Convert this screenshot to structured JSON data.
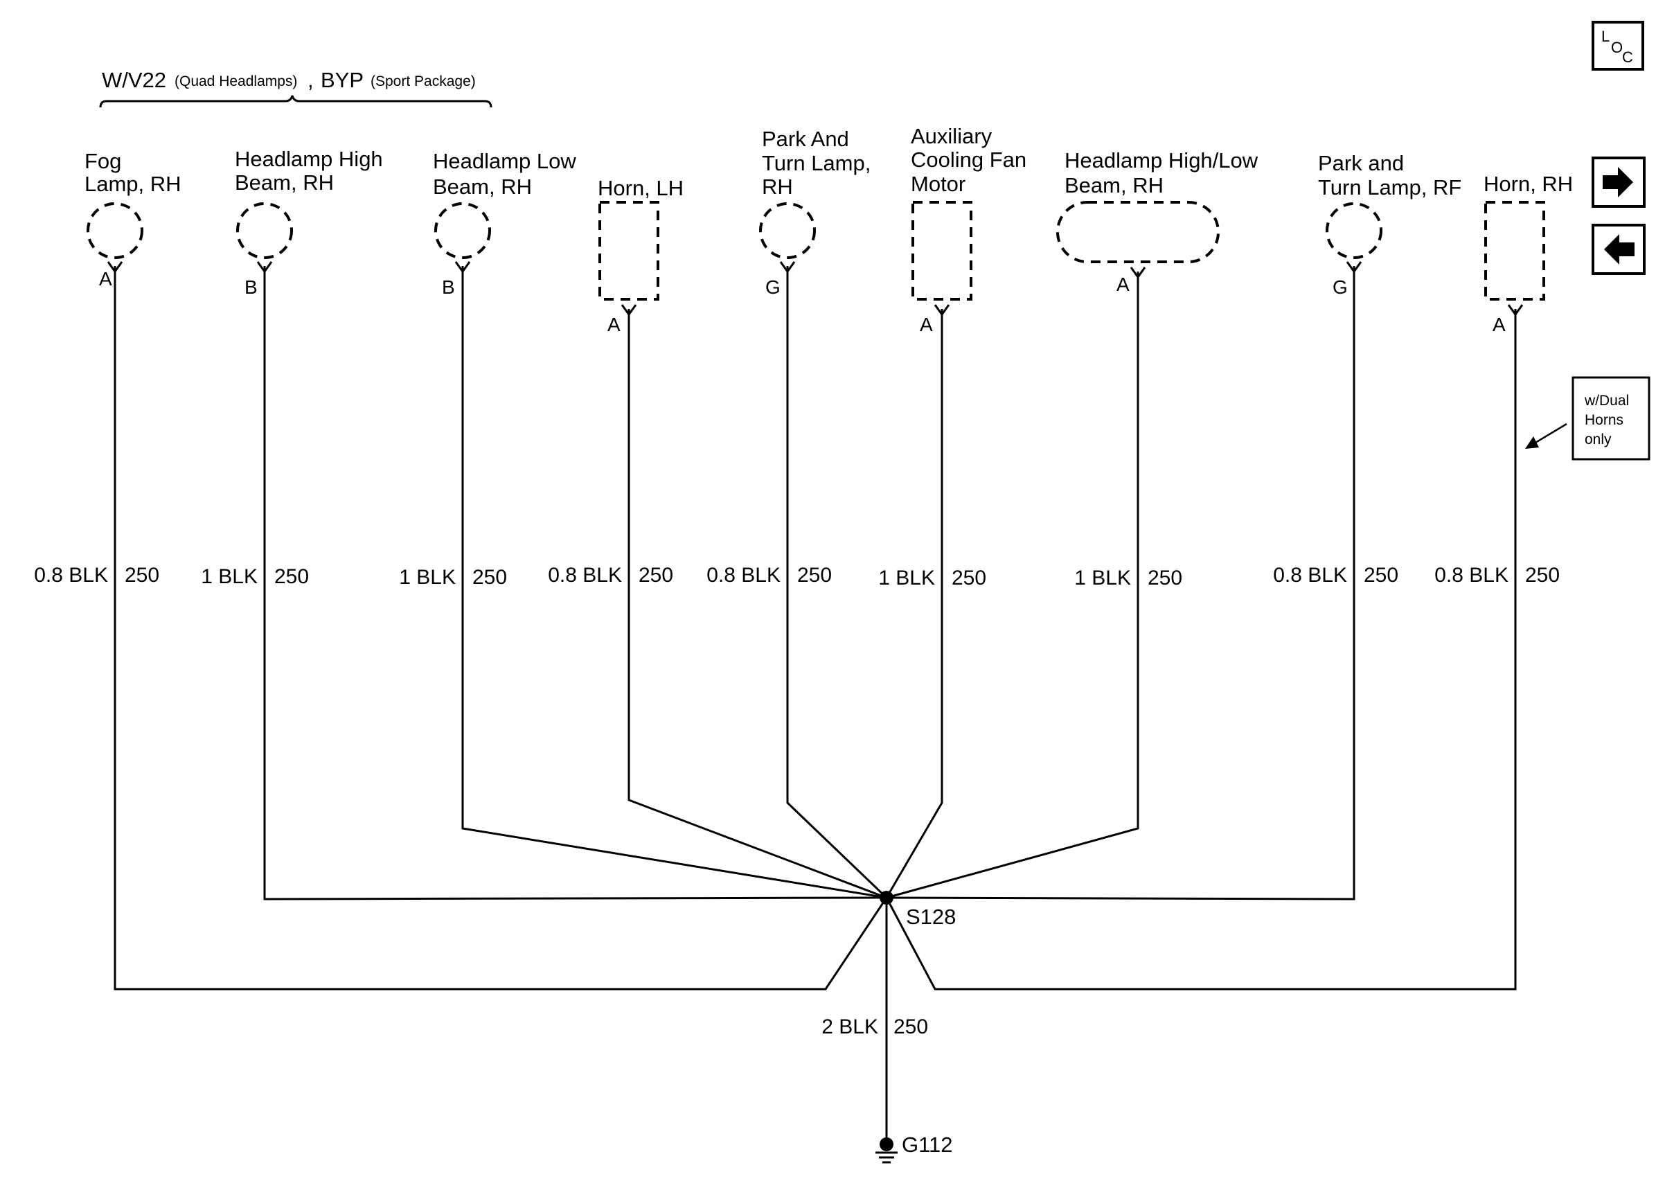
{
  "option_bracket": {
    "wv22": "W/V22",
    "quad": "(Quad Headlamps)",
    "comma": ",",
    "byp": "BYP",
    "sport": "(Sport Package)"
  },
  "nav": {
    "loc_l": "L",
    "loc_o": "O",
    "loc_c": "C",
    "next_icon": "right-arrow-icon",
    "prev_icon": "left-arrow-icon"
  },
  "components": [
    {
      "label": [
        "Fog",
        "Lamp, RH"
      ],
      "pin": "A",
      "wire_size": "0.8 BLK",
      "circuit": "250"
    },
    {
      "label": [
        "Headlamp High",
        "Beam, RH"
      ],
      "pin": "B",
      "wire_size": "1 BLK",
      "circuit": "250"
    },
    {
      "label": [
        "Headlamp Low",
        "Beam, RH"
      ],
      "pin": "B",
      "wire_size": "1 BLK",
      "circuit": "250"
    },
    {
      "label": [
        "Horn, LH"
      ],
      "pin": "A",
      "wire_size": "0.8 BLK",
      "circuit": "250"
    },
    {
      "label": [
        "Park And",
        "Turn Lamp,",
        "RH"
      ],
      "pin": "G",
      "wire_size": "0.8 BLK",
      "circuit": "250"
    },
    {
      "label": [
        "Auxiliary",
        "Cooling Fan",
        "Motor"
      ],
      "pin": "A",
      "wire_size": "1 BLK",
      "circuit": "250"
    },
    {
      "label": [
        "Headlamp High/Low",
        "Beam, RH"
      ],
      "pin": "A",
      "wire_size": "1 BLK",
      "circuit": "250"
    },
    {
      "label": [
        "Park and",
        "Turn Lamp, RF"
      ],
      "pin": "G",
      "wire_size": "0.8 BLK",
      "circuit": "250"
    },
    {
      "label": [
        "Horn, RH"
      ],
      "pin": "A",
      "wire_size": "0.8 BLK",
      "circuit": "250"
    }
  ],
  "note": {
    "lines": [
      "w/Dual",
      "Horns",
      "only"
    ]
  },
  "splice": {
    "id": "S128"
  },
  "ground_wire": {
    "wire_size": "2 BLK",
    "circuit": "250"
  },
  "ground": {
    "id": "G112"
  }
}
